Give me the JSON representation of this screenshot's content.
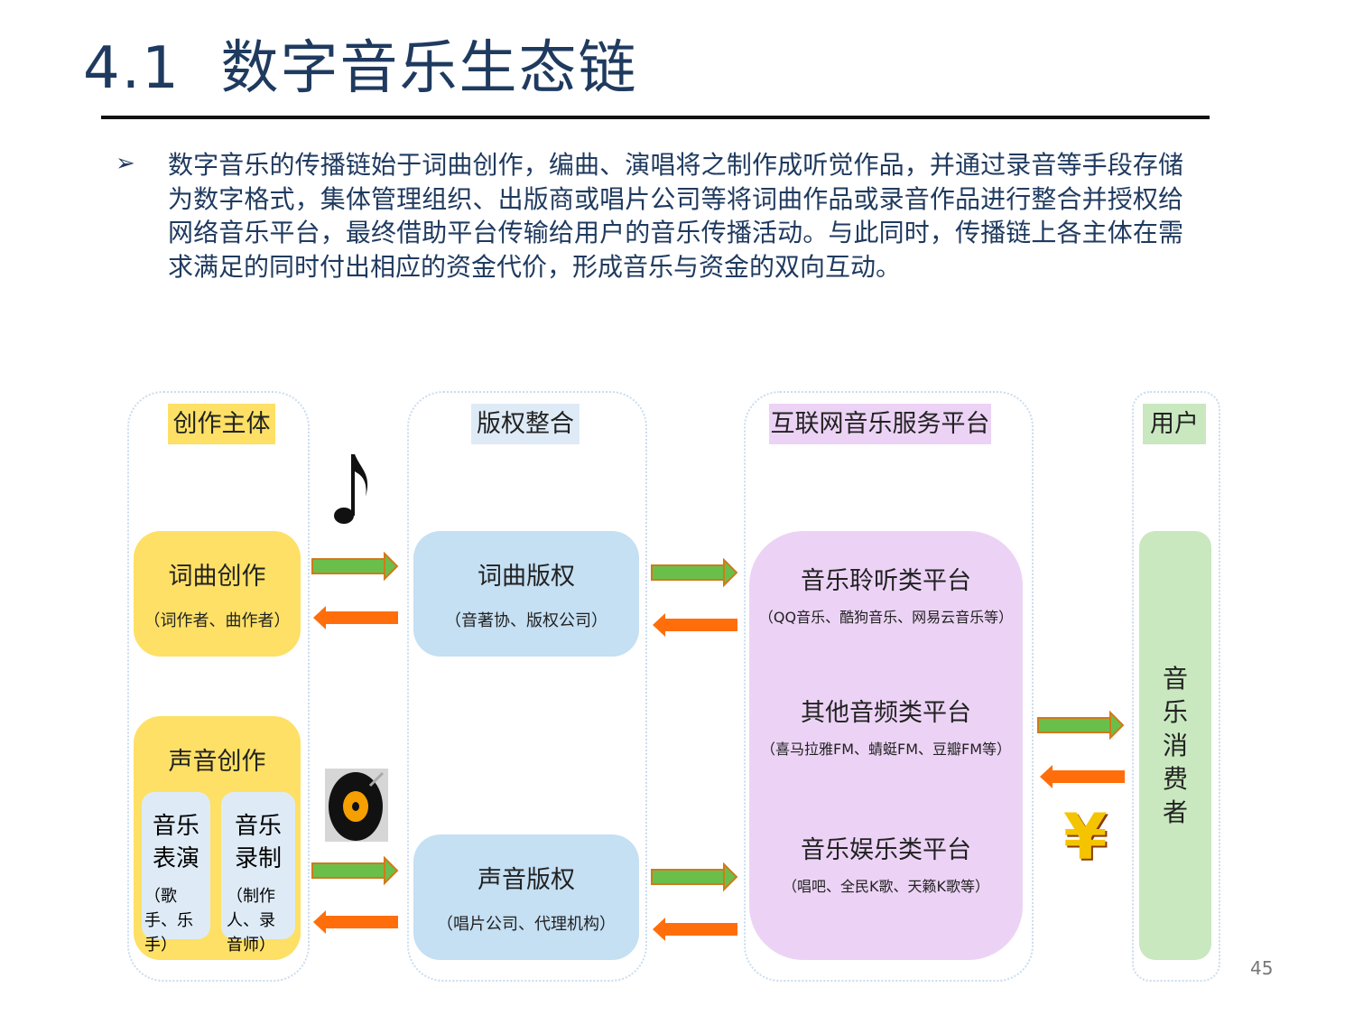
{
  "title": "4.1  数字音乐生态链",
  "bullet_icon": "arrowhead-bullet",
  "paragraph": "数字音乐的传播链始于词曲创作，编曲、演唱将之制作成听觉作品，并通过录音等手段存储为数字格式，集体管理组织、出版商或唱片公司等将词曲作品或录音作品进行整合并授权给网络音乐平台，最终借助平台传输给用户的音乐传播活动。与此同时，传播链上各主体在需求满足的同时付出相应的资金代价，形成音乐与资金的双向互动。",
  "diagram": {
    "columns": [
      {
        "header": "创作主体",
        "color": "#fde065"
      },
      {
        "header": "版权整合",
        "color": "#deebf7"
      },
      {
        "header": "互联网音乐服务平台",
        "color": "#ecd3f5"
      },
      {
        "header": "用户",
        "color": "#c9e8bf"
      }
    ],
    "lyrics_creation": {
      "title": "词曲创作",
      "sub": "（词作者、曲作者）"
    },
    "sound_creation": {
      "title": "声音创作",
      "performance": {
        "title": "音乐表演",
        "sub": "（歌手、乐手）"
      },
      "recording": {
        "title": "音乐录制",
        "sub": "（制作人、录音师）"
      }
    },
    "lyrics_copyright": {
      "title": "词曲版权",
      "sub": "（音著协、版权公司）"
    },
    "sound_copyright": {
      "title": "声音版权",
      "sub": "（唱片公司、代理机构）"
    },
    "platforms": [
      {
        "title": "音乐聆听类平台",
        "sub": "（QQ音乐、酷狗音乐、网易云音乐等）"
      },
      {
        "title": "其他音频类平台",
        "sub": "（喜马拉雅FM、蜻蜓FM、豆瓣FM等）"
      },
      {
        "title": "音乐娱乐类平台",
        "sub": "（唱吧、全民K歌、天籁K歌等）"
      }
    ],
    "consumer": "音乐消费者",
    "arrow_colors": {
      "forward": "#6abf4b",
      "backward": "#ff6e0a"
    },
    "yen_symbol": "¥"
  },
  "page_number": "45"
}
